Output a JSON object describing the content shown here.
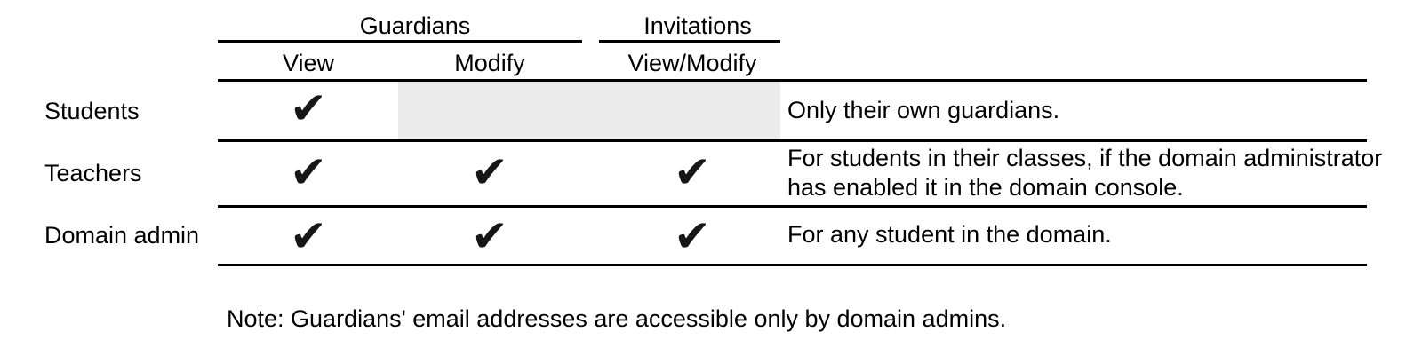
{
  "table": {
    "groups": [
      {
        "label": "Guardians"
      },
      {
        "label": "Invitations"
      }
    ],
    "columns": [
      {
        "label": "View"
      },
      {
        "label": "Modify"
      },
      {
        "label": "View/Modify"
      }
    ],
    "rows": [
      {
        "label": "Students",
        "checks": {
          "view": "✔",
          "modify": "",
          "view_modify": ""
        },
        "grayed_columns": [
          "modify",
          "view_modify"
        ],
        "description": "Only their own guardians."
      },
      {
        "label": "Teachers",
        "checks": {
          "view": "✔",
          "modify": "✔",
          "view_modify": "✔"
        },
        "grayed_columns": [],
        "description": "For students in their classes, if the domain administrator\nhas enabled it in the domain console."
      },
      {
        "label": "Domain admin",
        "checks": {
          "view": "✔",
          "modify": "✔",
          "view_modify": "✔"
        },
        "grayed_columns": [],
        "description": "For any student in the domain."
      }
    ]
  },
  "note": "Note: Guardians' email addresses are accessible only by domain admins.",
  "glyphs": {
    "check_icon": "✔"
  },
  "colors": {
    "text": "#000000",
    "line": "#000000",
    "disabled_cell": "#ececec",
    "background": "#ffffff"
  }
}
